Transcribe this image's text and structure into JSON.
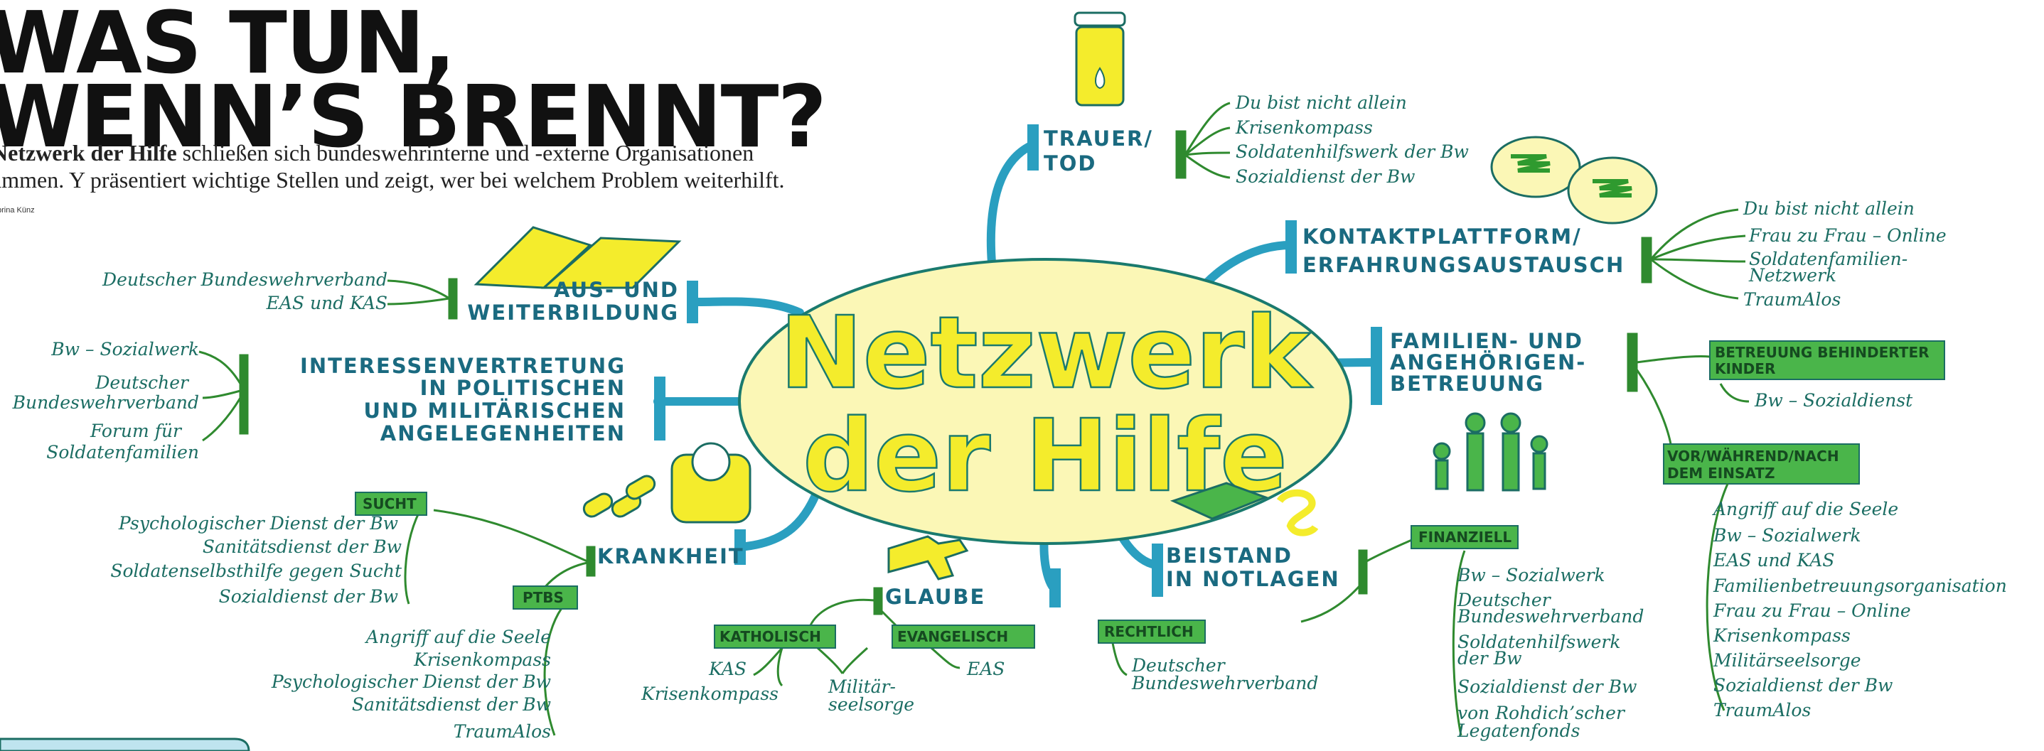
{
  "headline": {
    "line1": "WAS TUN,",
    "line2": "WENN’S BRENNT?"
  },
  "intro": {
    "lead": "Netzwerk der Hilfe",
    "text_line1": " schließen sich bundeswehrinterne und -externe Organisationen",
    "text_line2": "ammen. Y präsentiert wichtige Stellen und zeigt, wer bei welchem Problem weiterhilft."
  },
  "credit": "prina Künz",
  "center": {
    "line1": "Netzwerk",
    "line2": "der Hilfe"
  },
  "branches": {
    "trauer": {
      "line1": "TRAUER/",
      "line2": "TOD",
      "items": [
        "Du bist nicht allein",
        "Krisenkompass",
        "Soldatenhilfswerk der Bw",
        "Sozialdienst der Bw"
      ]
    },
    "kontakt": {
      "line1": "KONTAKTPLATTFORM/",
      "line2": "ERFAHRUNGSAUSTAUSCH",
      "items": [
        "Du bist nicht allein",
        "Frau zu Frau – Online",
        "Soldatenfamilien-",
        "Netzwerk",
        "TraumAlos"
      ]
    },
    "familien": {
      "line1": "FAMILIEN- UND",
      "line2": "ANGEHÖRIGEN-",
      "line3": "BETREUUNG",
      "behindert": {
        "label1": "BETREUUNG BEHINDERTER",
        "label2": "KINDER",
        "items": [
          "Bw – Sozialdienst"
        ]
      },
      "einsatz": {
        "label1": "VOR/WÄHREND/NACH",
        "label2": "DEM EINSATZ",
        "items": [
          "Angriff auf die Seele",
          "Bw – Sozialwerk",
          "EAS und KAS",
          "Familienbetreuungsorganisation",
          "Frau zu Frau – Online",
          "Krisenkompass",
          "Militärseelsorge",
          "Sozialdienst der Bw",
          "TraumAlos"
        ]
      }
    },
    "ausbildung": {
      "line1": "AUS- UND",
      "line2": "WEITERBILDUNG",
      "items": [
        "Deutscher Bundeswehrverband",
        "EAS und KAS"
      ]
    },
    "interessen": {
      "line1": "INTERESSENVERTRETUNG",
      "line2": "IN POLITISCHEN",
      "line3": "UND MILITÄRISCHEN",
      "line4": "ANGELEGENHEITEN",
      "items": [
        "Bw – Sozialwerk",
        "Deutscher",
        "Bundeswehrverband",
        "Forum für",
        "Soldatenfamilien"
      ]
    },
    "krankheit": {
      "label": "KRANKHEIT",
      "sucht": {
        "label": "SUCHT",
        "items": [
          "Psychologischer Dienst der Bw",
          "Sanitätsdienst der Bw",
          "Soldatenselbsthilfe gegen Sucht",
          "Sozialdienst der Bw"
        ]
      },
      "ptbs": {
        "label": "PTBS",
        "items": [
          "Angriff auf die Seele",
          "Krisenkompass",
          "Psychologischer Dienst der Bw",
          "Sanitätsdienst der Bw",
          "TraumAlos"
        ]
      }
    },
    "glaube": {
      "label": "GLAUBE",
      "katholisch": {
        "label": "KATHOLISCH",
        "items": [
          "KAS",
          "Krisenkompass"
        ]
      },
      "evangelisch": {
        "label": "EVANGELISCH",
        "items": [
          "EAS"
        ]
      },
      "shared": {
        "line1": "Militär-",
        "line2": "seelsorge"
      }
    },
    "notlagen": {
      "line1": "BEISTAND",
      "line2": "IN NOTLAGEN",
      "finanziell": {
        "label": "FINANZIELL",
        "items": [
          "Bw – Sozialwerk",
          "Deutscher",
          "Bundeswehrverband",
          "Soldatenhilfswerk",
          "der Bw",
          "Sozialdienst der Bw",
          "von Rohdich’scher",
          "Legatenfonds"
        ]
      },
      "rechtlich": {
        "label": "RECHTLICH",
        "items": [
          "Deutscher",
          "Bundeswehrverband"
        ]
      }
    }
  },
  "colors": {
    "teal": "#2a9fc0",
    "green": "#2f8a2f",
    "yellow": "#f4ec2c",
    "label_green": "#4ab54a",
    "ink": "#1b6d63"
  }
}
